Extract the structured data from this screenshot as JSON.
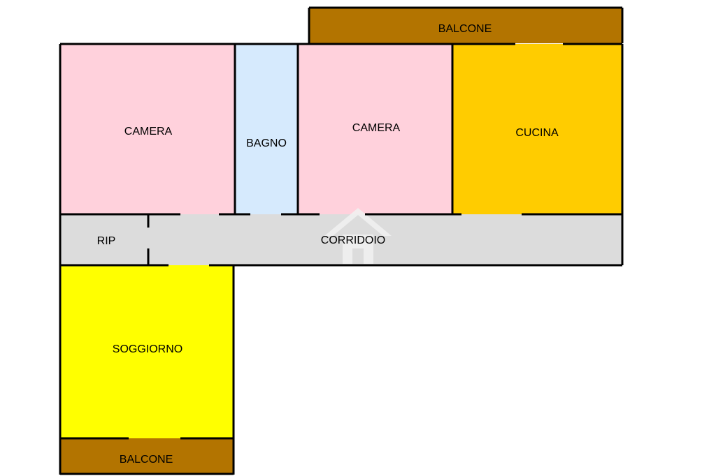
{
  "colors": {
    "camera": "#ffd1dc",
    "bagno": "#d6eafd",
    "cucina": "#ffcc00",
    "corridoio": "#dcdcdc",
    "soggiorno": "#ffff00",
    "balcone": "#b37400",
    "wall": "#000000",
    "watermark": "#f2f2f2"
  },
  "rooms": {
    "balcone_top": "BALCONE",
    "camera_left": "CAMERA",
    "bagno": "BAGNO",
    "camera_right": "CAMERA",
    "cucina": "CUCINA",
    "rip": "RIP",
    "corridoio": "CORRIDOIO",
    "soggiorno": "SOGGIORNO",
    "balcone_bottom": "BALCONE"
  },
  "watermark_icon": "house-watermark-icon"
}
